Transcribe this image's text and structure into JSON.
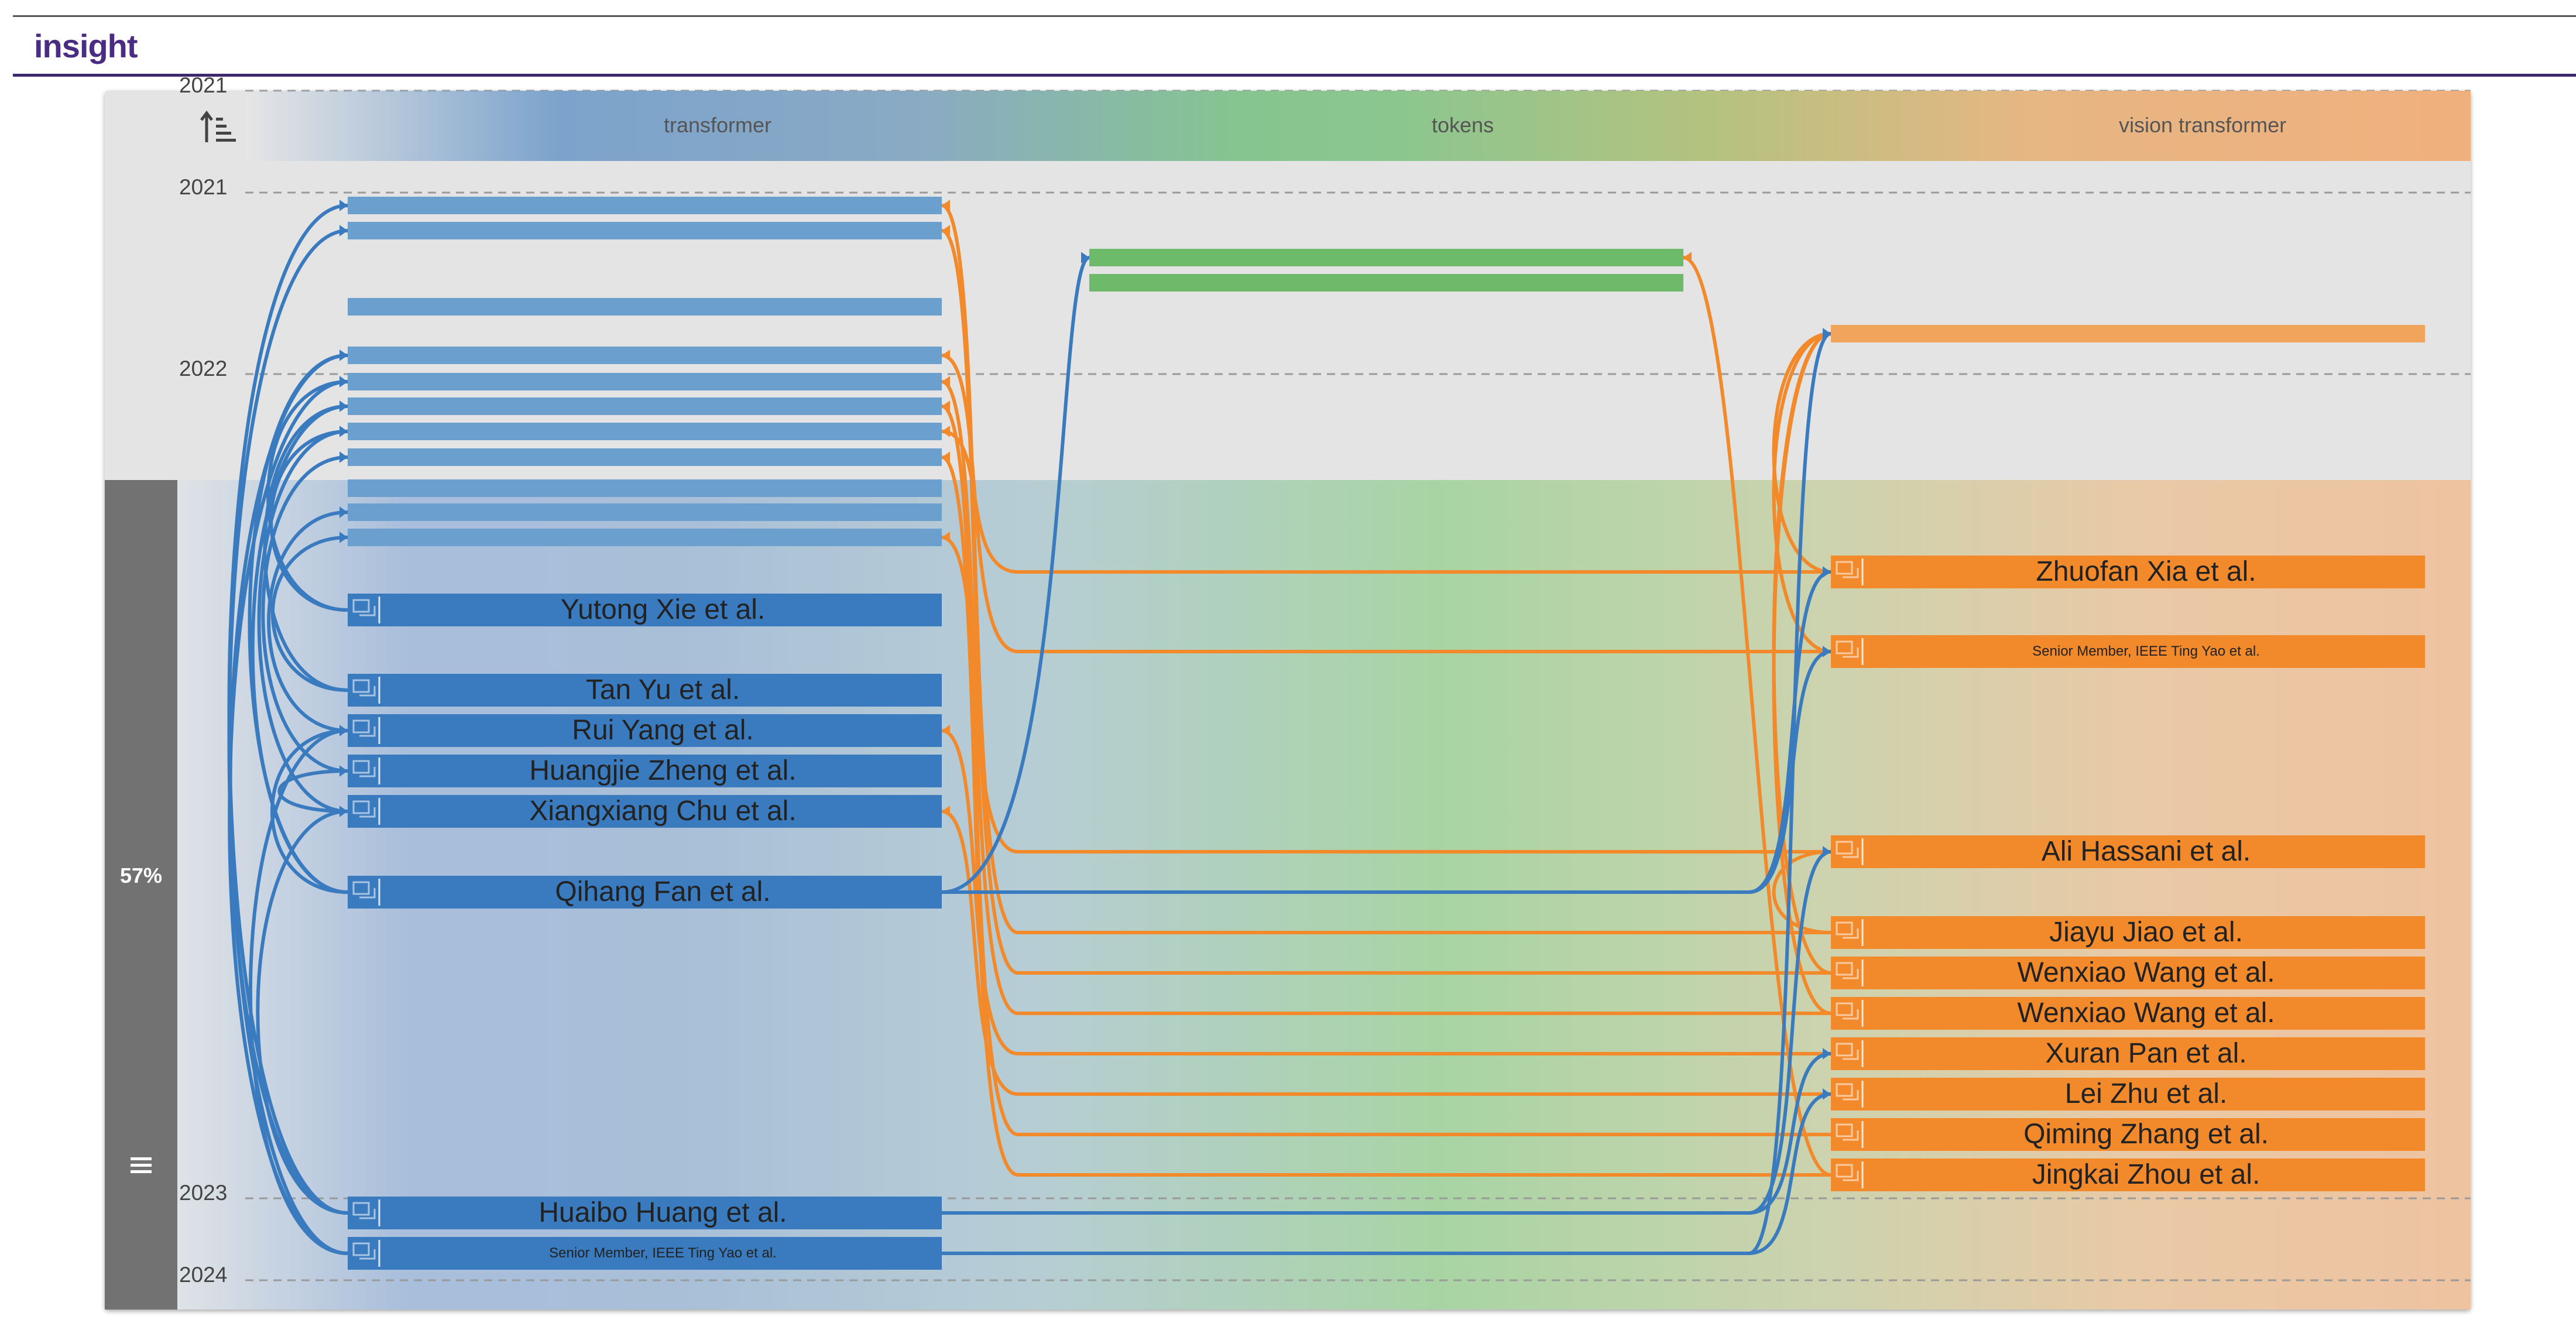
{
  "app": {
    "logo_text": "insight"
  },
  "columns": [
    {
      "label": "transformer",
      "color": "#3a7bbf"
    },
    {
      "label": "tokens",
      "color": "#6dbb6a"
    },
    {
      "label": "vision transformer",
      "color": "#f28a2c"
    }
  ],
  "years": [
    "2021",
    "2021",
    "2022",
    "2023",
    "2024"
  ],
  "sidebar": {
    "percent": "57%"
  },
  "papers": {
    "transformer": [
      "Yutong Xie et al.",
      "Tan Yu et al.",
      "Rui Yang et al.",
      "Huangjie Zheng et al.",
      "Xiangxiang Chu et al.",
      "Qihang Fan et al.",
      "Huaibo Huang et al.",
      "Senior Member, IEEE Ting Yao et al."
    ],
    "vision_transformer": [
      "Zhuofan Xia et al.",
      "Senior Member, IEEE Ting Yao et al.",
      "Ali Hassani et al.",
      "Jiayu Jiao et al.",
      "Wenxiao Wang et al.",
      "Wenxiao Wang et al.",
      "Xuran Pan et al.",
      "Lei Zhu et al.",
      "Qiming Zhang et al.",
      "Jingkai Zhou et al."
    ]
  },
  "icons": {
    "sort": "sort-ascending-icon",
    "menu": "hamburger-menu-icon",
    "paper": "paper-link-icon"
  },
  "colors": {
    "blue": "#3a7bbf",
    "blue_light": "#6b9fcd",
    "green": "#6dbb6a",
    "orange": "#f28a2c",
    "orange_light": "#f1a55c"
  }
}
